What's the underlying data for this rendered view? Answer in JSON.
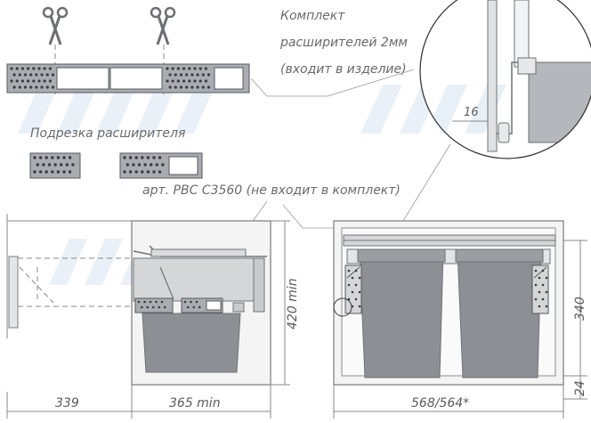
{
  "labels": {
    "kit_line1": "Комплект",
    "kit_line2": "расширителей 2мм",
    "kit_line3": "(входит в изделие)",
    "trim_label": "Подрезка расширителя",
    "article_label": "арт. PBC C3560 (не входит в комплект)"
  },
  "dimensions": {
    "d16": "16",
    "d339": "339",
    "d365min": "365 min",
    "d420min": "420 min",
    "d568_564": "568/564*",
    "d340": "340",
    "d24": "24"
  },
  "colors": {
    "line": "#8a8a8a",
    "text": "#6a6a6a",
    "bin": "#8c9094",
    "plate": "#a9adb2",
    "watermark": "#e7eff7"
  },
  "icons": [
    "scissors-icon",
    "scissors-icon"
  ]
}
